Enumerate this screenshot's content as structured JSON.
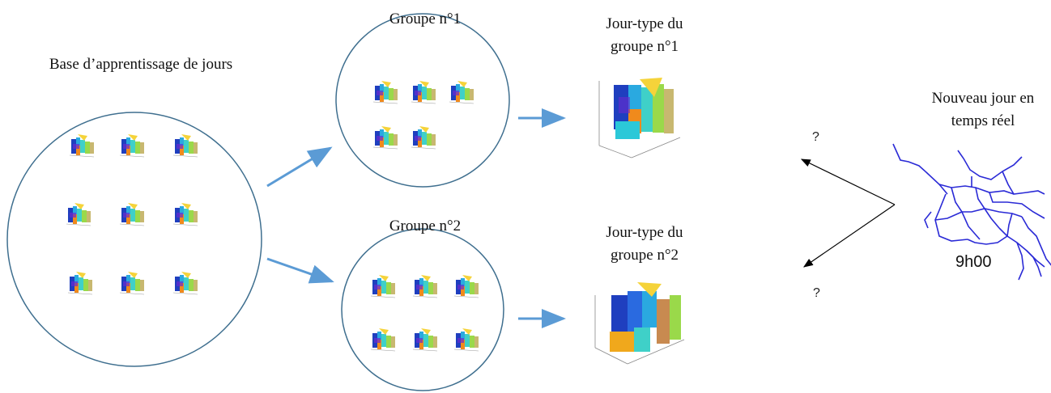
{
  "learning_base": {
    "label": "Base d’apprentissage de jours"
  },
  "groups": [
    {
      "title": "Groupe n°1",
      "typical_day": "Jour-type du groupe n°1"
    },
    {
      "title": "Groupe n°2",
      "typical_day": "Jour-type du groupe n°2"
    }
  ],
  "new_day": {
    "label": "Nouveau jour en temps réel",
    "time": "9h00"
  },
  "question_marks": [
    "?",
    "?"
  ],
  "colors": {
    "circle_stroke": "#3f6f8f",
    "arrow_blue": "#5b9bd5",
    "arrow_black": "#000000",
    "network": "#2a2ad6"
  }
}
